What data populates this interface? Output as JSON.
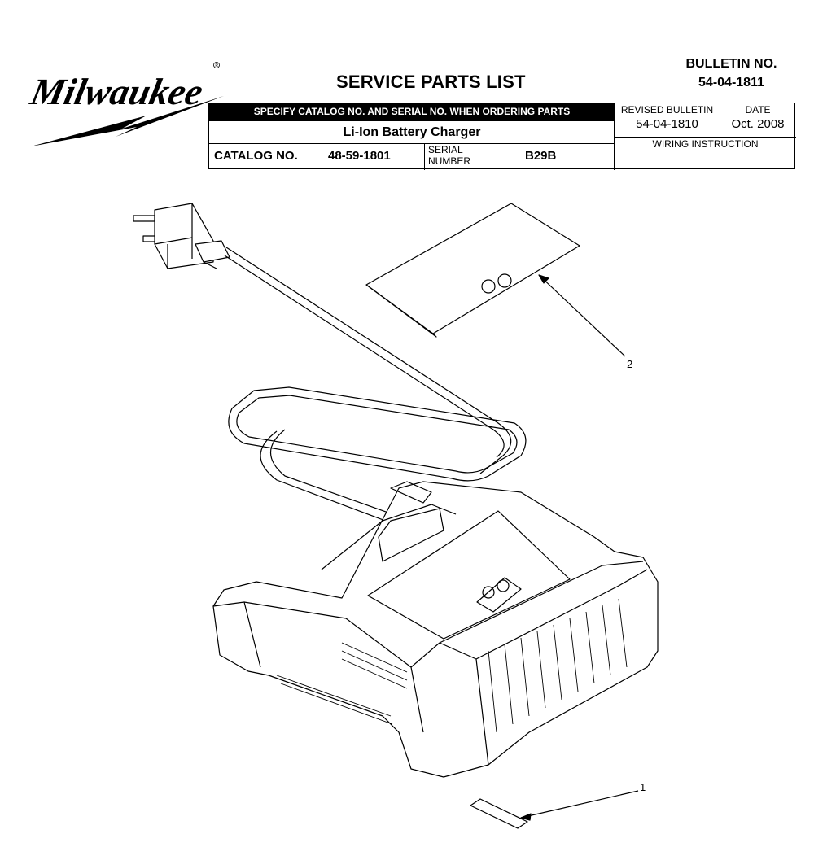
{
  "brand": {
    "logo_text": "Milwaukee"
  },
  "header": {
    "title": "SERVICE PARTS LIST",
    "bulletin_label": "BULLETIN NO.",
    "bulletin_number": "54-04-1811"
  },
  "form": {
    "banner": "SPECIFY CATALOG NO. AND SERIAL NO. WHEN ORDERING PARTS",
    "description": "Li-Ion Battery Charger",
    "catalog_label": "CATALOG NO.",
    "catalog_value": "48-59-1801",
    "serial_label_1": "SERIAL",
    "serial_label_2": "NUMBER",
    "serial_value": "B29B",
    "revised_label": "REVISED BULLETIN",
    "revised_value": "54-04-1810",
    "date_label": "DATE",
    "date_value": "Oct. 2008",
    "wiring_label": "WIRING INSTRUCTION"
  },
  "callouts": [
    "1",
    "2"
  ]
}
